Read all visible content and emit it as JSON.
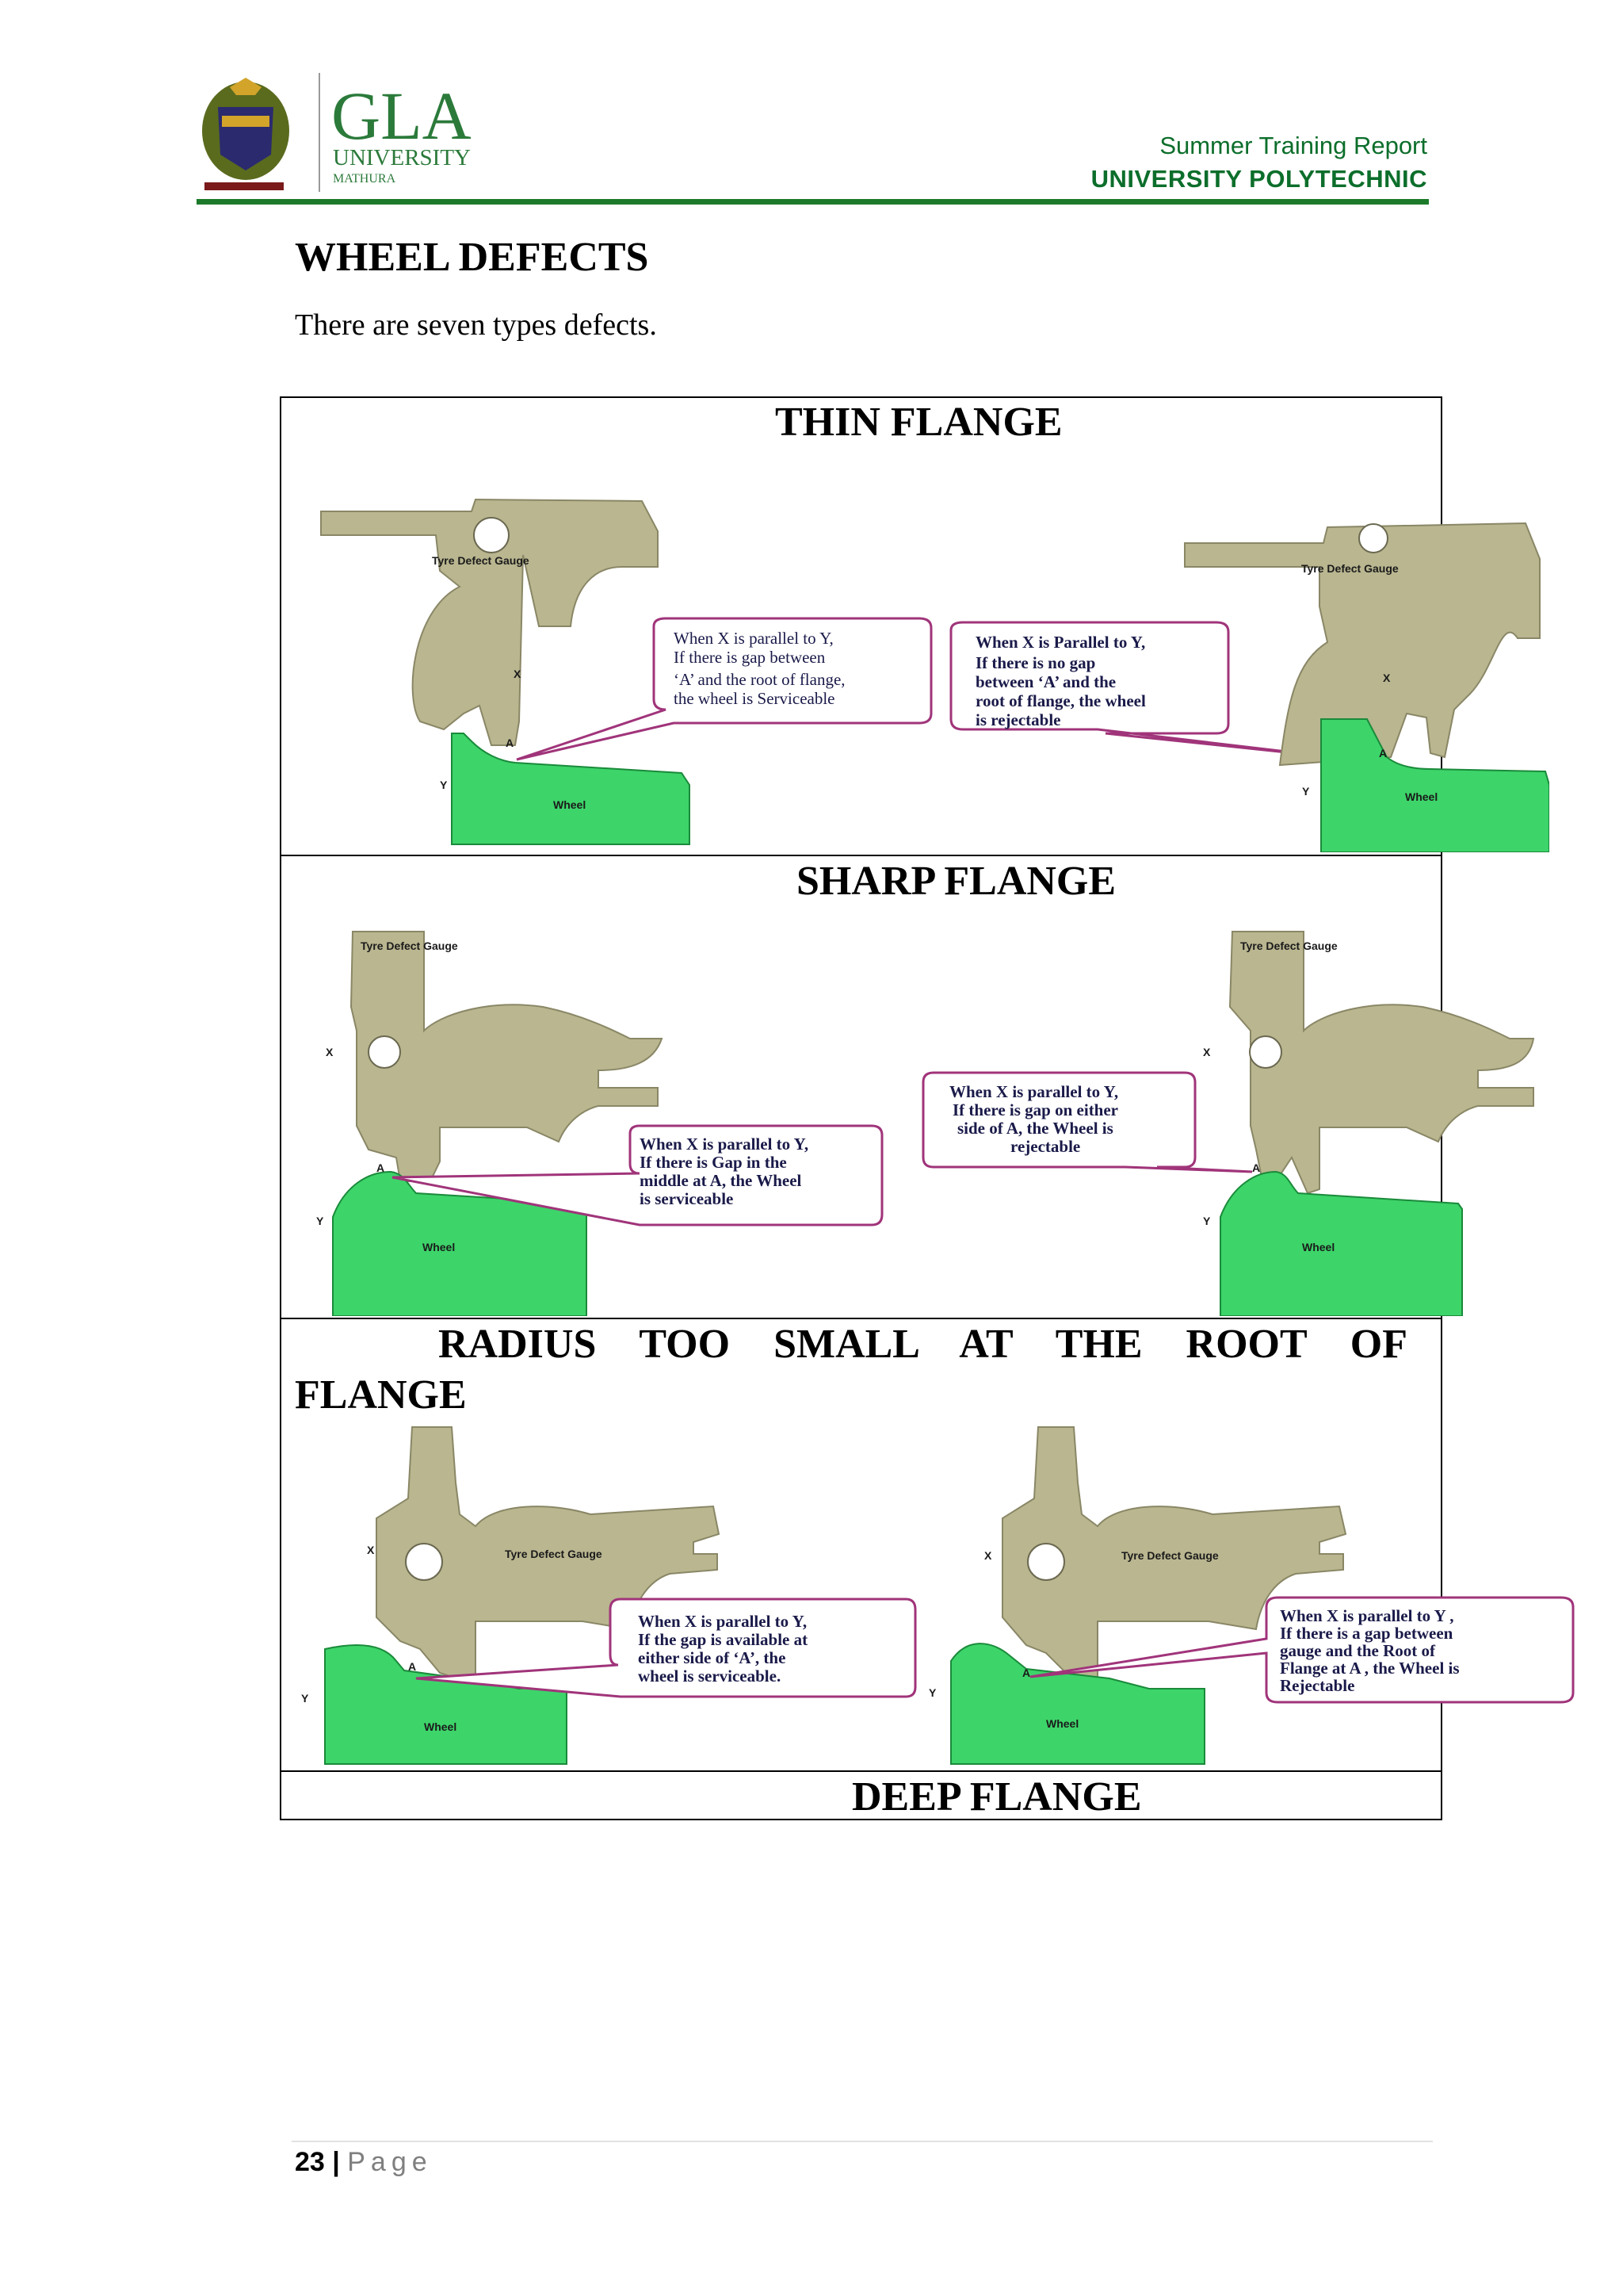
{
  "header": {
    "logo_text": [
      "GLA",
      "UNIVERSITY",
      "MATHURA"
    ],
    "report_title": "Summer Training Report",
    "department": "UNIVERSITY POLYTECHNIC"
  },
  "page_title": "WHEEL DEFECTS",
  "intro": "There are seven types defects.",
  "sections": [
    {
      "heading": "THIN FLANGE",
      "left": {
        "gauge": "Tyre Defect Gauge",
        "wheel": "Wheel",
        "callout": [
          "When X is parallel to Y,",
          "If there is gap between",
          "‘A’ and the root of flange,",
          "the wheel is Serviceable"
        ]
      },
      "right": {
        "gauge": "Tyre Defect Gauge",
        "wheel": "Wheel",
        "callout": [
          "When X is Parallel to Y,",
          "If there is no gap",
          "between ‘A’ and the",
          "root of flange, the wheel",
          "is rejectable"
        ]
      }
    },
    {
      "heading": "SHARP FLANGE",
      "left": {
        "gauge": "Tyre Defect Gauge",
        "wheel": "Wheel",
        "callout": [
          "When X is parallel to Y,",
          "If there is Gap in the",
          "middle at A, the Wheel",
          "is serviceable"
        ]
      },
      "right": {
        "gauge": "Tyre Defect Gauge",
        "wheel": "Wheel",
        "callout": [
          "When X is parallel to Y,",
          "If there is gap on either",
          "side of A, the Wheel is",
          "rejectable"
        ]
      }
    },
    {
      "heading_line1": "RADIUS TOO SMALL AT THE ROOT OF",
      "heading_line2": "FLANGE",
      "left": {
        "gauge": "Tyre Defect Gauge",
        "wheel": "Wheel",
        "callout": [
          "When X is parallel to Y,",
          "If the gap is available at",
          "either side of ‘A’, the",
          "wheel is serviceable."
        ]
      },
      "right": {
        "gauge": "Tyre Defect Gauge",
        "wheel": "Wheel",
        "callout": [
          "When X is parallel to Y ,",
          "If there is a gap between",
          "gauge and the Root of",
          "Flange at A , the Wheel is",
          "Rejectable"
        ]
      }
    },
    {
      "heading": "DEEP FLANGE"
    }
  ],
  "labels": {
    "x": "X",
    "y": "Y",
    "a": "A"
  },
  "footer": {
    "page_number": "23",
    "separator": "|",
    "page_word": "Page"
  },
  "colors": {
    "gauge": "#b9b690",
    "wheel": "#3dd46a",
    "callout_border": "#a0347a",
    "header_green": "#0c6e2b"
  }
}
